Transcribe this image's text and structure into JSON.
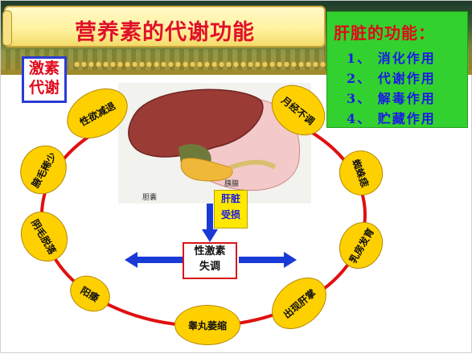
{
  "title": "营养素的代谢功能",
  "liver_functions": {
    "heading": "肝脏的功能：",
    "items": [
      "1、 消化作用",
      "2、 代谢作用",
      "3、 解毒作用",
      "4、 贮藏作用"
    ]
  },
  "hormone_label": [
    "激素",
    "代谢"
  ],
  "image_labels": {
    "gallbladder": "胆囊",
    "pancreas": "胰腺"
  },
  "liver_damage": [
    "肝脏",
    "受损"
  ],
  "center": [
    "性激素",
    "失调"
  ],
  "symptoms": {
    "libido": "性欲减退",
    "menstrual": "月经不调",
    "spider": "蜘蛛痣",
    "breast": "乳房发育",
    "palm": "出现肝掌",
    "testis": "睾丸萎缩",
    "impotence": "阳痿",
    "pubic": "阴毛脱落",
    "armpit": "腋毛稀少"
  },
  "colors": {
    "title_red": "#e0102a",
    "list_blue": "#1a1ae6",
    "panel_green": "#33d12f",
    "oval_yellow": "#ffd000",
    "ring_red": "#e01010",
    "arrow_blue": "#1a3ad6"
  }
}
